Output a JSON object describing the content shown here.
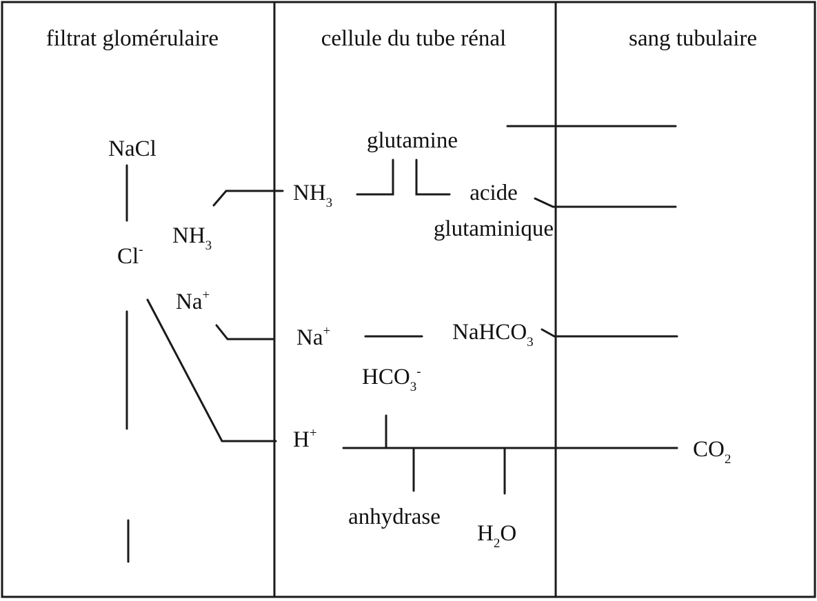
{
  "columns": {
    "left": "filtrat glomérulaire",
    "middle": "cellule du tube rénal",
    "right": "sang tubulaire"
  },
  "filtrate": {
    "nacl": "NaCl",
    "cl": "Cl",
    "cl_charge": "-",
    "nh3_base": "NH",
    "nh3_sub": "3",
    "na_base": "Na",
    "na_charge": "+"
  },
  "cell": {
    "glutamine": "glutamine",
    "nh3_base": "NH",
    "nh3_sub": "3",
    "acide": "acide",
    "glutaminique": "glutaminique",
    "na_base": "Na",
    "na_charge": "+",
    "nahco3_base": "NaHCO",
    "nahco3_sub": "3",
    "hco3_base": "HCO",
    "hco3_sub": "3",
    "hco3_charge": "-",
    "h_base": "H",
    "h_charge": "+",
    "anhydrase": "anhydrase",
    "h2o_h": "H",
    "h2o_sub": "2",
    "h2o_o": "O"
  },
  "blood": {
    "co2_base": "CO",
    "co2_sub": "2"
  }
}
